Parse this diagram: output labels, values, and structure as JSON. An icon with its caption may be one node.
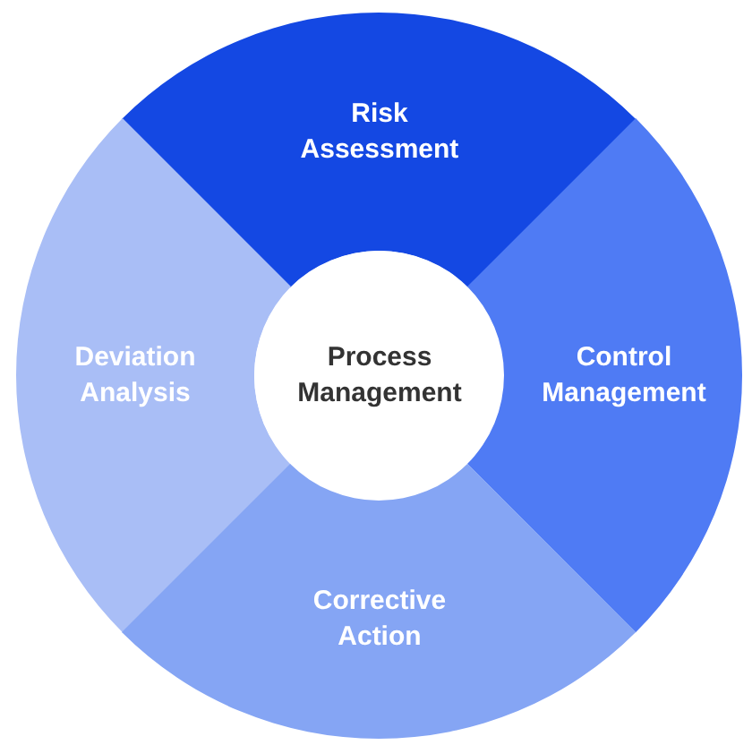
{
  "diagram": {
    "nodes": [
      {
        "text": [
          "Risk Assessment"
        ]
      },
      {
        "text": [
          "Deviation Analysis"
        ]
      },
      {
        "text": [
          "Process Management"
        ]
      },
      {
        "text": [
          "Control Management"
        ]
      },
      {
        "text": [
          "Corrective Action"
        ]
      }
    ]
  }
}
